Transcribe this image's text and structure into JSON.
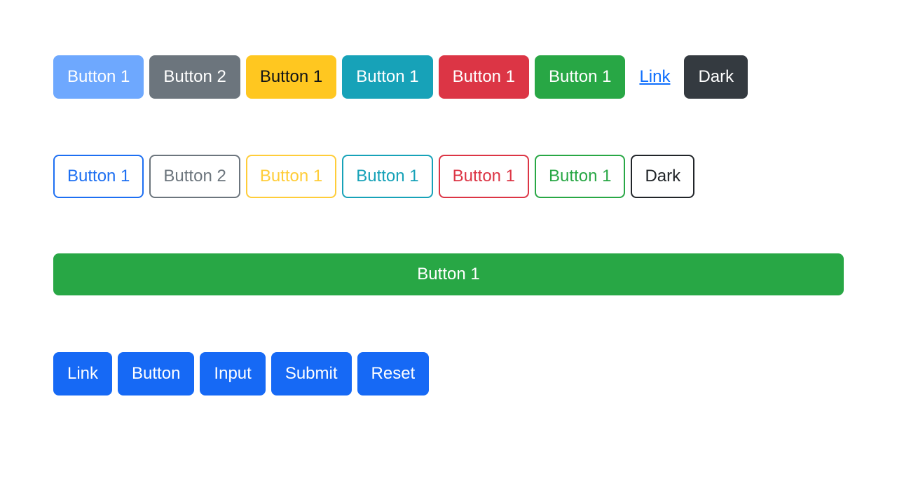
{
  "page": {
    "background_color": "#ffffff",
    "text_default_color": "#212529"
  },
  "palette": {
    "primary": "#0d6efd",
    "primary_muted": "#6ea8fe",
    "primary_bright": "#1669f5",
    "secondary": "#6c757d",
    "warning": "#ffc720",
    "warning_muted": "#ffcd39",
    "info": "#17a2b8",
    "danger": "#dc3545",
    "success": "#28a745",
    "dark": "#343a40",
    "dark_outline": "#212529",
    "link": "#0d6efd",
    "white": "#ffffff"
  },
  "rows": {
    "solid": {
      "name": "solid-buttons-row",
      "buttons": [
        {
          "label": "Button 1",
          "variant": "primary-muted",
          "role": "button"
        },
        {
          "label": "Button 2",
          "variant": "secondary",
          "role": "button"
        },
        {
          "label": "Button 1",
          "variant": "warning",
          "role": "button"
        },
        {
          "label": "Button 1",
          "variant": "info",
          "role": "button"
        },
        {
          "label": "Button 1",
          "variant": "danger",
          "role": "button"
        },
        {
          "label": "Button 1",
          "variant": "success",
          "role": "button"
        },
        {
          "label": "Link",
          "variant": "link",
          "role": "link"
        },
        {
          "label": "Dark",
          "variant": "dark",
          "role": "button"
        }
      ]
    },
    "outline": {
      "name": "outline-buttons-row",
      "buttons": [
        {
          "label": "Button 1",
          "variant": "outline-primary"
        },
        {
          "label": "Button 2",
          "variant": "outline-secondary"
        },
        {
          "label": "Button 1",
          "variant": "outline-warning"
        },
        {
          "label": "Button 1",
          "variant": "outline-info"
        },
        {
          "label": "Button 1",
          "variant": "outline-danger"
        },
        {
          "label": "Button 1",
          "variant": "outline-success"
        },
        {
          "label": "Dark",
          "variant": "outline-dark"
        }
      ]
    },
    "block": {
      "name": "block-button-row",
      "button": {
        "label": "Button 1",
        "variant": "success-block"
      }
    },
    "forms": {
      "name": "form-controls-row",
      "controls": [
        {
          "label": "Link",
          "element": "anchor"
        },
        {
          "label": "Button",
          "element": "button"
        },
        {
          "label": "Input",
          "element": "input-button"
        },
        {
          "label": "Submit",
          "element": "input-submit"
        },
        {
          "label": "Reset",
          "element": "input-reset"
        }
      ]
    }
  }
}
